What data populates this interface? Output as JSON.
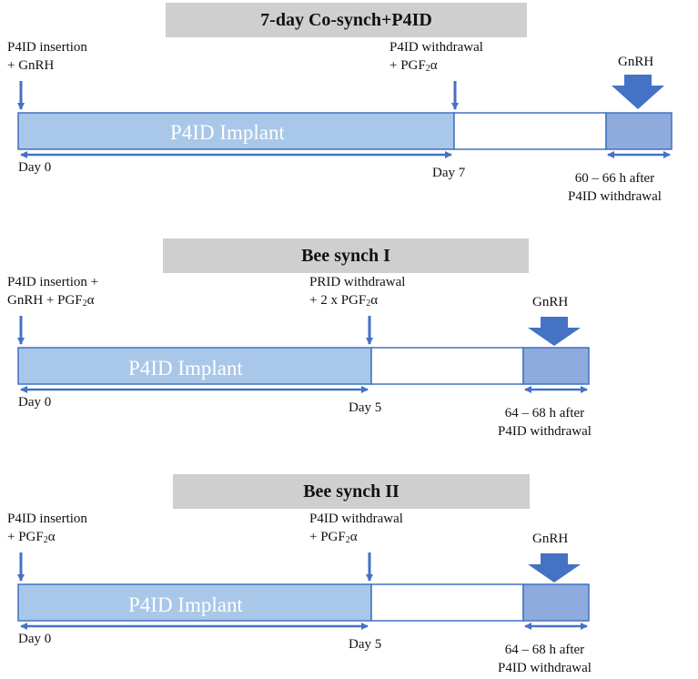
{
  "colors": {
    "header_bg": "#d0cfcf",
    "implant_fill": "#a9c7e8",
    "gnrh_fill": "#8faadc",
    "empty_fill": "#ffffff",
    "border": "#3f72c4",
    "arrow": "#4472c4"
  },
  "protocols": [
    {
      "title": "7-day Co-synch+P4ID",
      "start_label": {
        "line1": "P4ID insertion",
        "line2": "+ GnRH",
        "line2_sub": "",
        "line2_after": ""
      },
      "mid_label": {
        "line1": "P4ID withdrawal",
        "line2": "+ PGF",
        "line2_sub": "2",
        "line2_after": "α"
      },
      "gnrh_label": "GnRH",
      "implant_label": "P4ID Implant",
      "day_start": "Day 0",
      "day_mid": "Day 7",
      "timing": {
        "line1": "60 – 66 h after",
        "line2": "P4ID withdrawal"
      }
    },
    {
      "title": "Bee synch I",
      "start_label": {
        "line1": "P4ID insertion +",
        "line2": "GnRH + PGF",
        "line2_sub": "2",
        "line2_after": "α"
      },
      "mid_label": {
        "line1": "PRID withdrawal",
        "line2": "+ 2 x PGF",
        "line2_sub": "2",
        "line2_after": "α"
      },
      "gnrh_label": "GnRH",
      "implant_label": "P4ID Implant",
      "day_start": "Day 0",
      "day_mid": "Day 5",
      "timing": {
        "line1": "64 – 68 h after",
        "line2": "P4ID withdrawal"
      }
    },
    {
      "title": "Bee synch II",
      "start_label": {
        "line1": "P4ID insertion",
        "line2": "+ PGF",
        "line2_sub": "2",
        "line2_after": "α"
      },
      "mid_label": {
        "line1": "P4ID withdrawal",
        "line2": "+ PGF",
        "line2_sub": "2",
        "line2_after": "α"
      },
      "gnrh_label": "GnRH",
      "implant_label": "P4ID Implant",
      "day_start": "Day 0",
      "day_mid": "Day 5",
      "timing": {
        "line1": "64 – 68 h after",
        "line2": "P4ID withdrawal"
      }
    }
  ]
}
